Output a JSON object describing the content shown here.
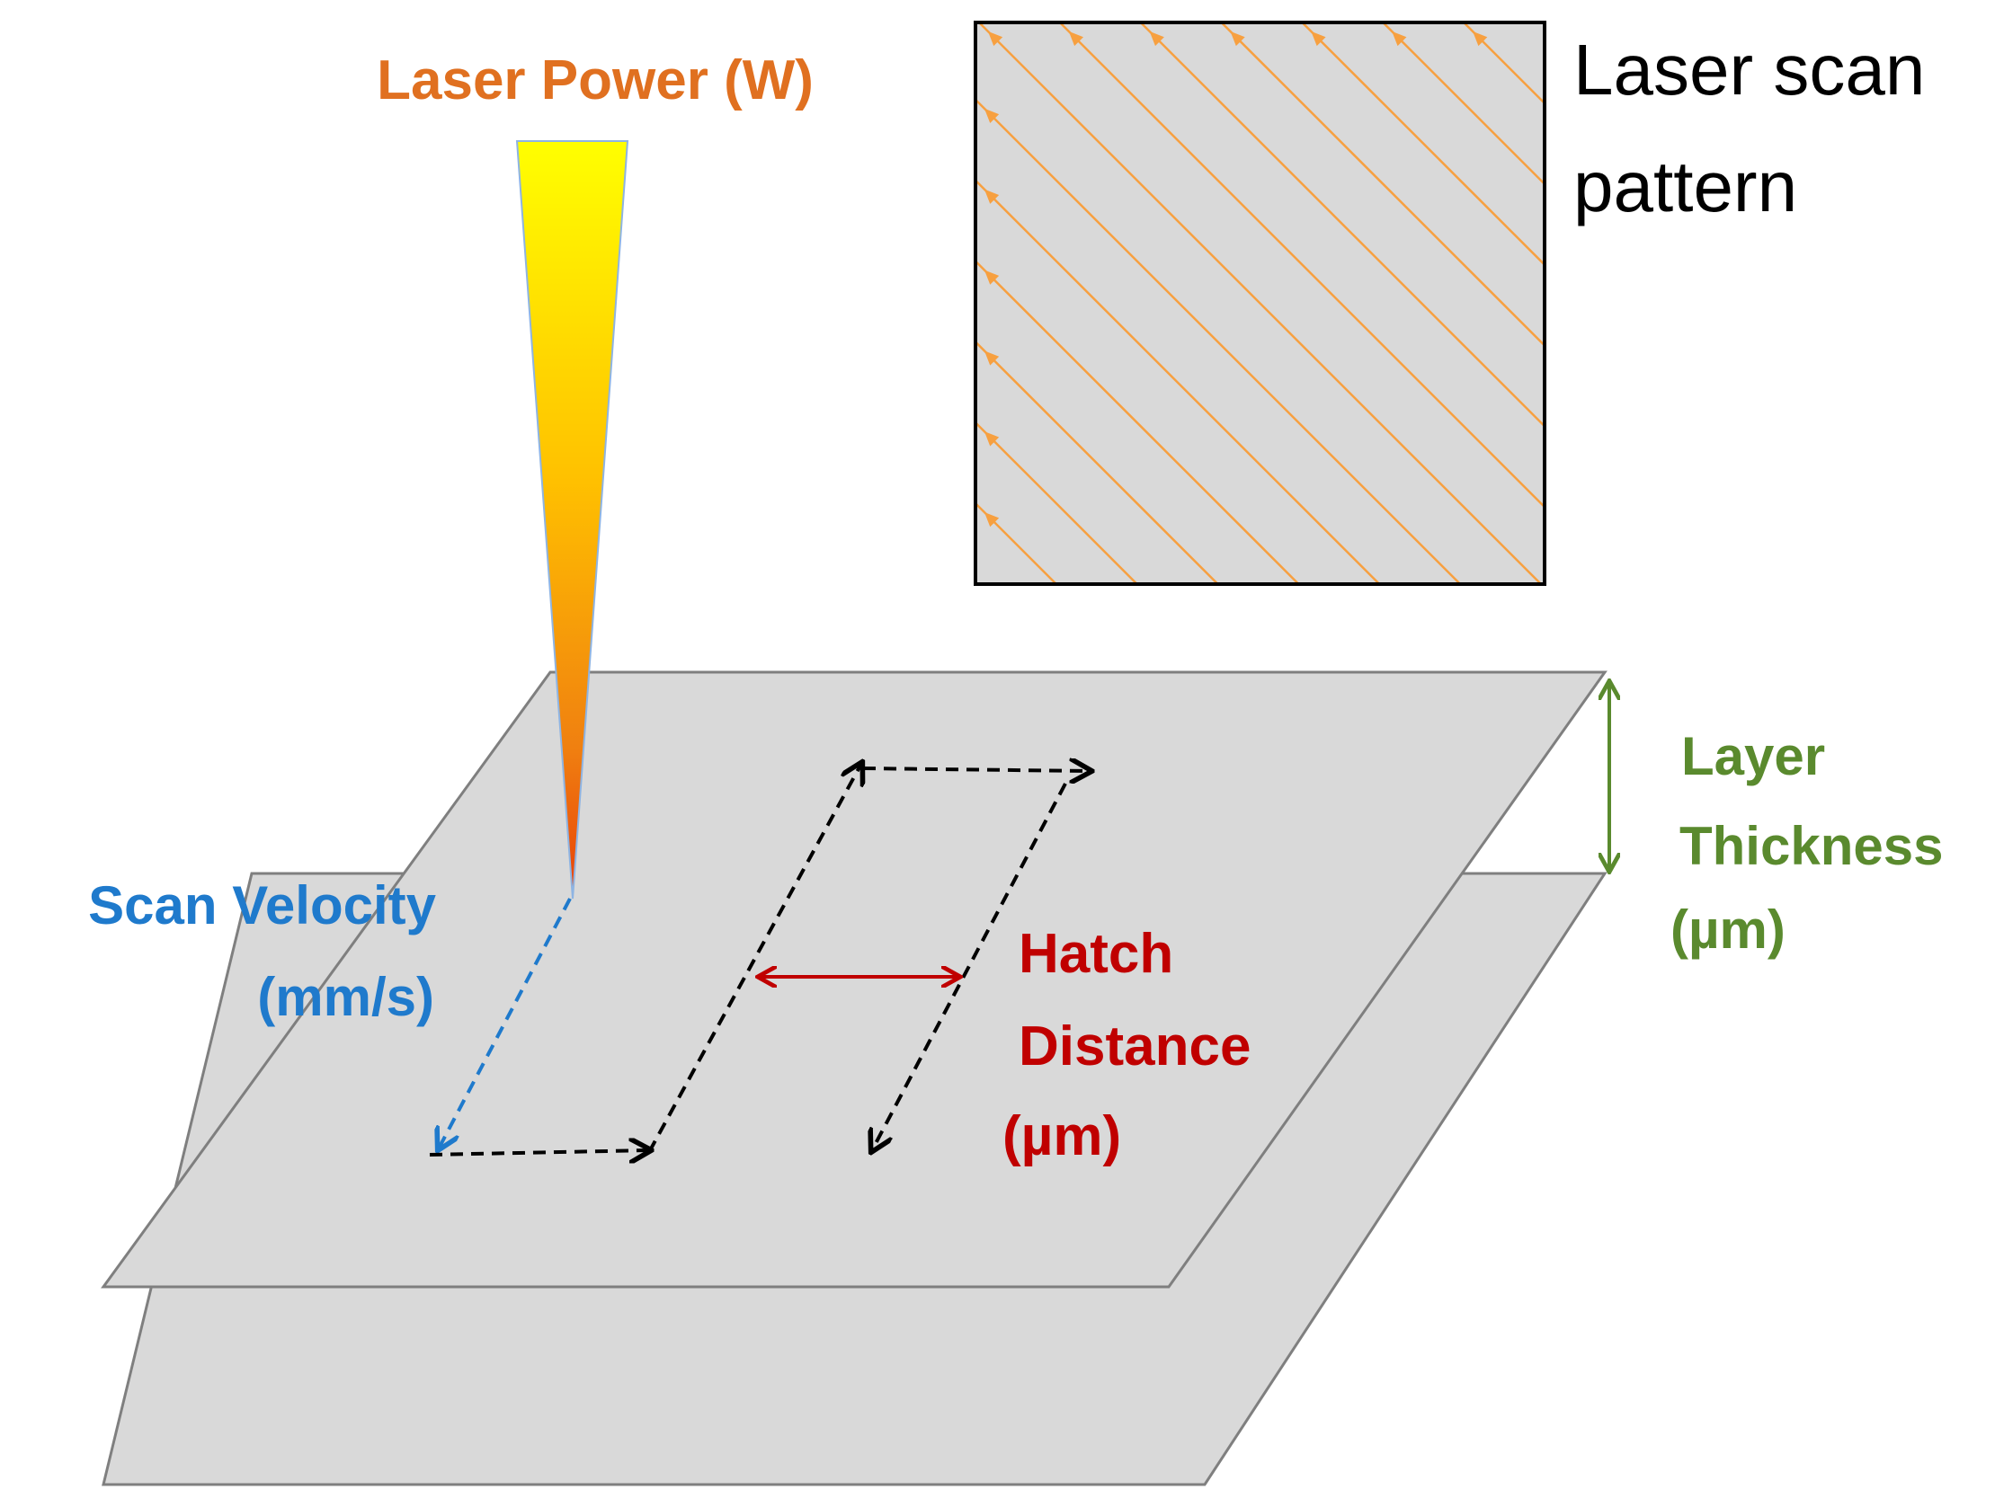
{
  "labels": {
    "laser_power": "Laser Power (W)",
    "scan_pattern_line1": "Laser scan",
    "scan_pattern_line2": "pattern",
    "layer_thickness_line1": "Layer",
    "layer_thickness_line2": "Thickness",
    "layer_thickness_line3": "(µm)",
    "scan_velocity_line1": "Scan Velocity",
    "scan_velocity_line2": "(mm/s)",
    "hatch_distance_line1": "Hatch",
    "hatch_distance_line2": "Distance",
    "hatch_distance_line3": "(µm)"
  },
  "colors": {
    "laser_power": "#E07020",
    "scan_velocity": "#1F7ACC",
    "hatch_distance": "#C00000",
    "layer_thickness": "#5A8A2E",
    "scan_lines": "#F7A040",
    "plate_fill": "#D9D9D9",
    "beam_top": "#FFFF00",
    "beam_bottom": "#E8400A"
  }
}
